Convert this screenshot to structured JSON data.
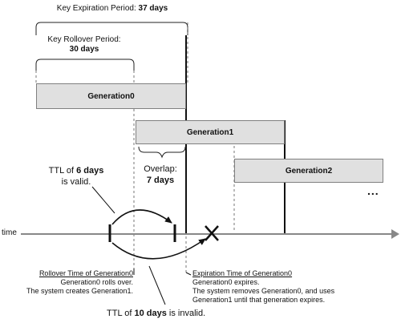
{
  "expiration_period": {
    "label": "Key Expiration Period:",
    "value": "37 days"
  },
  "rollover_period": {
    "label": "Key Rollover Period:",
    "value": "30 days"
  },
  "generations": [
    "Generation0",
    "Generation1",
    "Generation2"
  ],
  "more": "...",
  "overlap": {
    "label": "Overlap:",
    "value": "7 days"
  },
  "ttl_valid": {
    "prefix": "TTL of",
    "value": "6 days",
    "suffix": "is valid."
  },
  "ttl_invalid": {
    "prefix": "TTL of",
    "value": "10 days",
    "suffix": "is invalid."
  },
  "time_label": "time",
  "rollover_note": {
    "title": "Rollover Time of Generation0",
    "line1": "Generation0 rolls over.",
    "line2": "The system creates Generation1."
  },
  "expiration_note": {
    "title": "Expiration Time of Generation0",
    "line1": "Generation0 expires.",
    "line2": "The system removes Generation0, and uses",
    "line3": "Generation1 until that generation expires."
  }
}
